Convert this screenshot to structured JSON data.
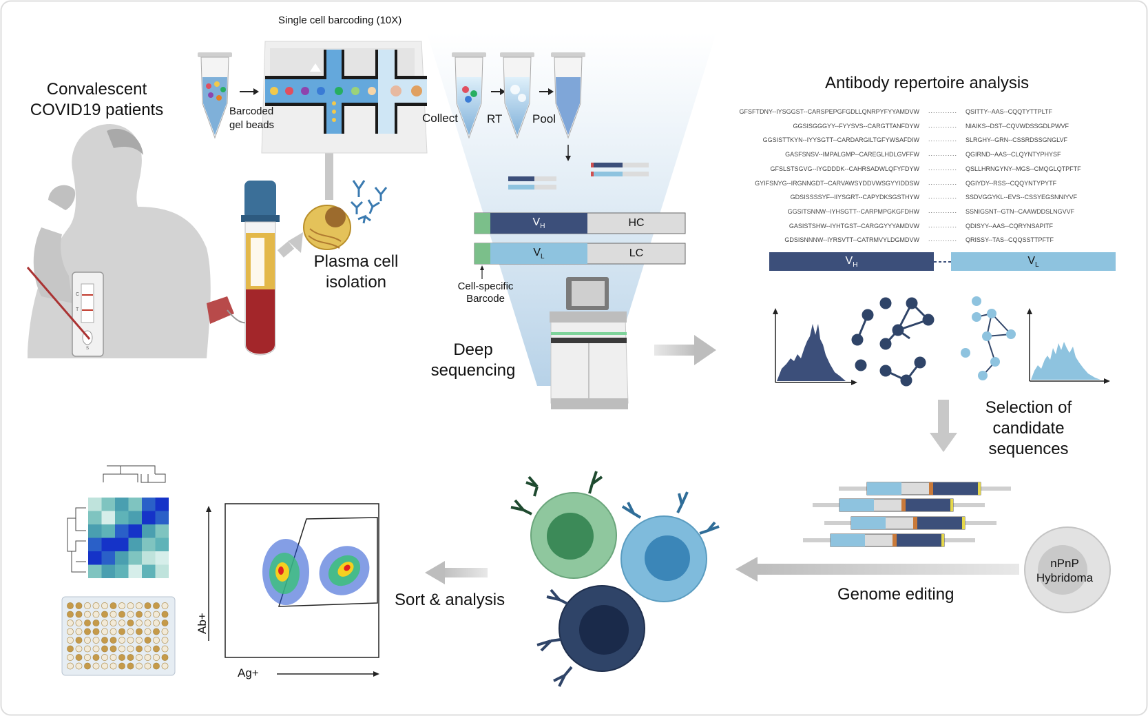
{
  "labels": {
    "patients": "Convalescent\nCOVID19 patients",
    "barcoding_title": "Single cell barcoding (10X)",
    "gel_beads": "Barcoded\ngel beads",
    "collect": "Collect",
    "rt": "RT",
    "pool": "Pool",
    "plasma": "Plasma cell\nisolation",
    "cell_barcode": "Cell-specific\nBarcode",
    "deep_seq": "Deep\nsequencing",
    "repertoire_title": "Antibody repertoire analysis",
    "selection": "Selection of\ncandidate\nsequences",
    "genome_editing": "Genome editing",
    "hybridoma": "nPnP\nHybridoma",
    "sort": "Sort & analysis",
    "ab_axis": "Ab+",
    "ag_axis": "Ag+"
  },
  "constructs": {
    "vh": "V",
    "vh_sub": "H",
    "hc": "HC",
    "vl": "V",
    "vl_sub": "L",
    "lc": "LC",
    "rep_vh": "V",
    "rep_vh_sub": "H",
    "rep_vl": "V",
    "rep_vl_sub": "L"
  },
  "test_strip": {
    "c": "C",
    "t": "T",
    "s": "S"
  },
  "sequences": [
    {
      "heavy": "GFSFTDNY--IYSGGST--CARSPEPGFGDLLQNRPYFYYAMDVW",
      "dots": "............",
      "light": "QSITTY--AAS--CQQTYTTPLTF"
    },
    {
      "heavy": "GGSISGGGYY--FYYSVS--CARGTTANFDYW",
      "dots": "............",
      "light": "NIAIKS--DST--CQVWDSSGDLPWVF"
    },
    {
      "heavy": "GGSISTTKYN--IYYSGTT--CARDARGILTGFYWSAFDIW",
      "dots": "............",
      "light": "SLRGHY--GRN--CSSRDSSGNGLVF"
    },
    {
      "heavy": "GASFSNSV--IMPALGMP--CAREGLHDLGVFFW",
      "dots": "............",
      "light": "QGIRND--AAS--CLQYNTYPHYSF"
    },
    {
      "heavy": "GFSLSTSGVG--IYGDDDK--CAHRSADWLQFYFDYW",
      "dots": "............",
      "light": "QSLLHRNGYNY--MGS--CMQGLQTPFTF"
    },
    {
      "heavy": "GYIFSNYG--IRGNNGDT--CARVAWSYDDVWSGYYIDDSW",
      "dots": "............",
      "light": "QGIYDY--RSS--CQQYNTYPYTF"
    },
    {
      "heavy": "GDSISSSSYF--IIYSGRT--CAPYDKSGSTHYW",
      "dots": "............",
      "light": "SSDVGGYKL--EVS--CSSYEGSNNIYVF"
    },
    {
      "heavy": "GGSITSNNW--IYHSGTT--CARPMPGKGFDHW",
      "dots": "............",
      "light": "SSNIGSNT--GTN--CAAWDDSLNGVVF"
    },
    {
      "heavy": "GASISTSHW--IYHTGST--CARGGYYYAMDVW",
      "dots": "............",
      "light": "QDISYY--AAS--CQRYNSAPITF"
    },
    {
      "heavy": "GDSISNNNW--IYRSVTT--CATRMVYLDGMDVW",
      "dots": "............",
      "light": "QRISSY--TAS--CQQSSTTPFTF"
    }
  ],
  "colors": {
    "vh": "#3c4f7a",
    "vl": "#8ec3df",
    "constant": "#dcdcdc",
    "barcode": "#7bbf8a",
    "arrow": "#c8c8c8",
    "blood": "#a3262a",
    "plasma": "#e3b84a",
    "cap": "#3b6f98",
    "cell_green": "#8fc79e",
    "cell_blue": "#7fbbdc",
    "cell_navy": "#2f4468"
  }
}
